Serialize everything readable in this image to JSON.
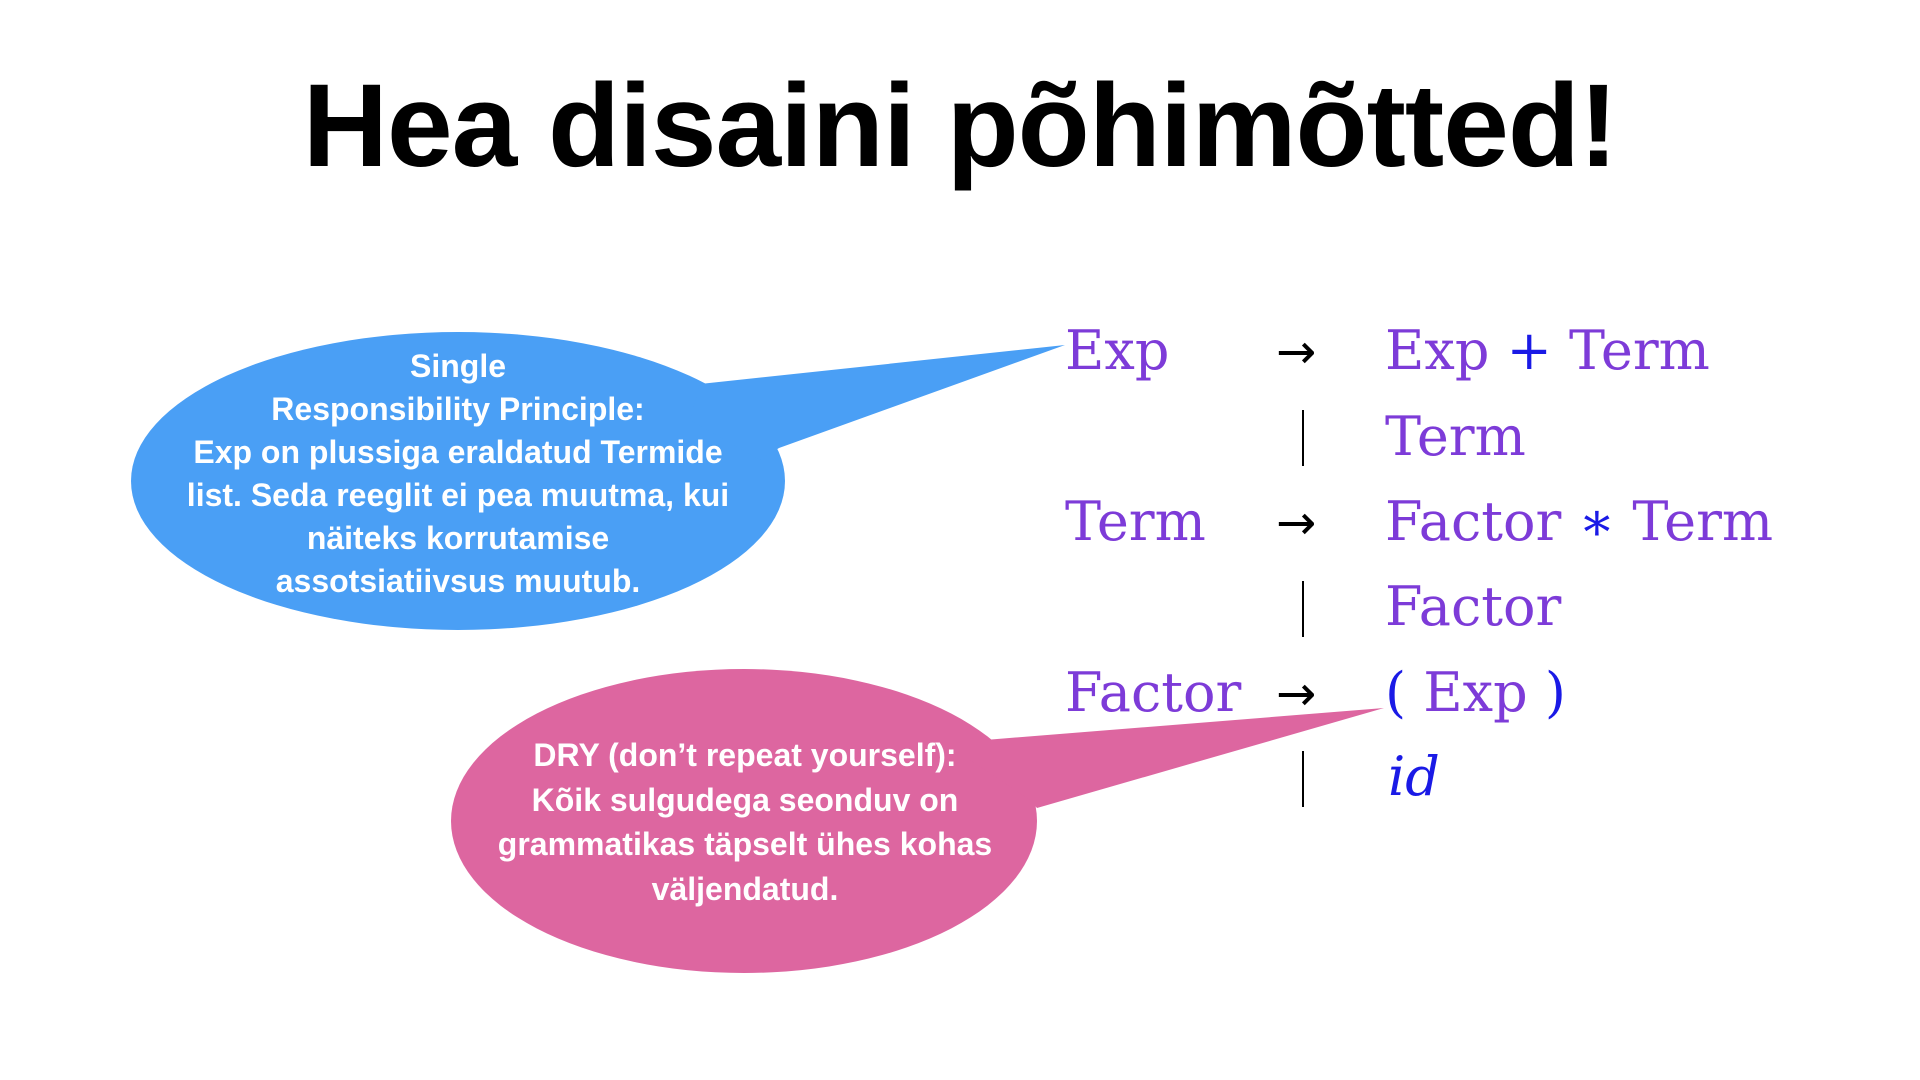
{
  "title": "Hea disaini põhimõtted!",
  "bubbles": {
    "blue": {
      "color": "#4a9ff5",
      "lines": [
        "Single",
        "Responsibility Principle:",
        "Exp on plussiga eraldatud Termide",
        "list. Seda reeglit ei pea muutma, kui",
        "näiteks korrutamise",
        "assotsiatiivsus muutub."
      ]
    },
    "pink": {
      "color": "#dd66a0",
      "lines": [
        "DRY (don’t repeat yourself):",
        "Kõik sulgudega seonduv on",
        "grammatikas täpselt ühes kohas",
        "väljendatud."
      ]
    }
  },
  "grammar": {
    "arrow": "→",
    "bar": "|",
    "rules": [
      {
        "lhs": "Exp",
        "rhs": [
          "Exp",
          "+",
          "Term"
        ]
      },
      {
        "lhs": "",
        "rhs": [
          "Term"
        ]
      },
      {
        "lhs": "Term",
        "rhs": [
          "Factor",
          "∗",
          "Term"
        ]
      },
      {
        "lhs": "",
        "rhs": [
          "Factor"
        ]
      },
      {
        "lhs": "Factor",
        "rhs": [
          "(",
          "Exp",
          ")"
        ]
      },
      {
        "lhs": "",
        "rhs": [
          "id"
        ]
      }
    ]
  }
}
